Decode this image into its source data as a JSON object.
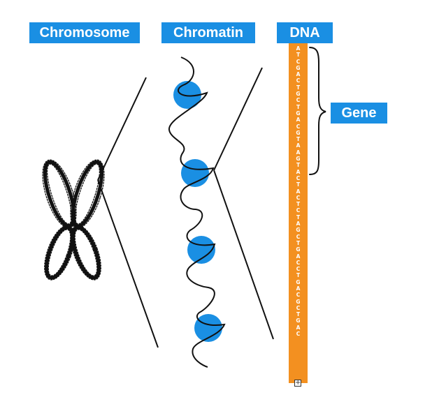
{
  "labels": {
    "chromosome": "Chromosome",
    "chromatin": "Chromatin",
    "dna": "DNA",
    "gene": "Gene"
  },
  "dna": {
    "sequence": [
      "A",
      "T",
      "C",
      "G",
      "A",
      "C",
      "T",
      "G",
      "C",
      "T",
      "G",
      "A",
      "C",
      "G",
      "T",
      "A",
      "A",
      "G",
      "T",
      "A",
      "C",
      "T",
      "A",
      "C",
      "T",
      "C",
      "T",
      "A",
      "G",
      "C",
      "T",
      "G",
      "A",
      "C",
      "C",
      "T",
      "G",
      "A",
      "C",
      "G",
      "C",
      "T",
      "G",
      "A",
      "C"
    ]
  },
  "colors": {
    "label_bg": "#1a8fe3",
    "dna_strand": "#f39020",
    "nucleosome": "#1a8fe3",
    "line": "#111111"
  },
  "icons": {
    "expand_handle": "plus-square-icon"
  }
}
